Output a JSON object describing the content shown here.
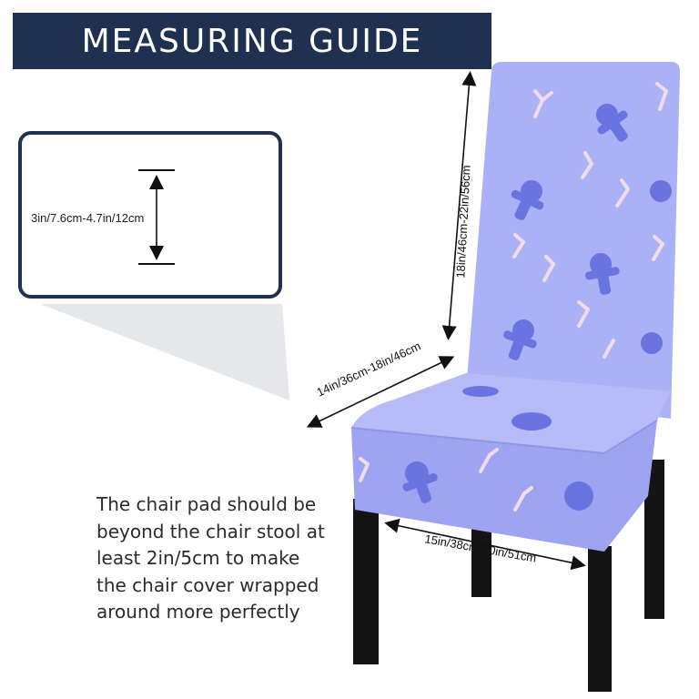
{
  "header": {
    "title": "MEASURING GUIDE"
  },
  "inset": {
    "thickness_label": "3in/7.6cm-4.7in/12cm"
  },
  "dimensions": {
    "back_height": "18in/46cm-22in/56cm",
    "back_width": "14in/36cm-18in/46cm",
    "seat_width": "15in/38cm-20in/51cm"
  },
  "note": {
    "lines": [
      "The chair pad should be",
      "beyond the chair stool at",
      "least 2in/5cm to make",
      "the chair cover wrapped",
      "around more perfectly"
    ]
  },
  "colors": {
    "banner": "#1f3050",
    "cover": "#a8aef5",
    "pattern": "#6a74e0",
    "legs": "#141414"
  }
}
